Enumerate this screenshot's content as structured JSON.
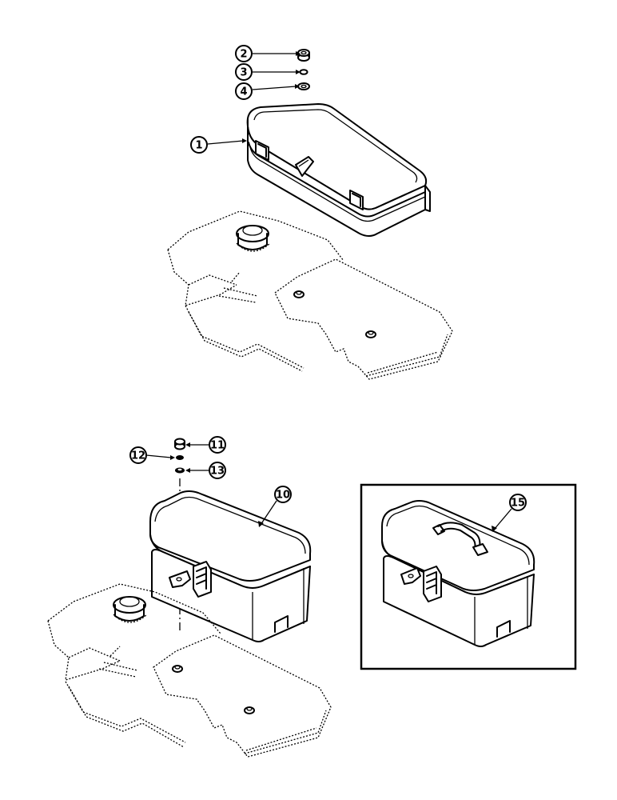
{
  "callouts": {
    "c1": "1",
    "c2": "2",
    "c3": "3",
    "c4": "4",
    "c10": "10",
    "c11": "11",
    "c12": "12",
    "c13": "13",
    "c15": "15"
  }
}
